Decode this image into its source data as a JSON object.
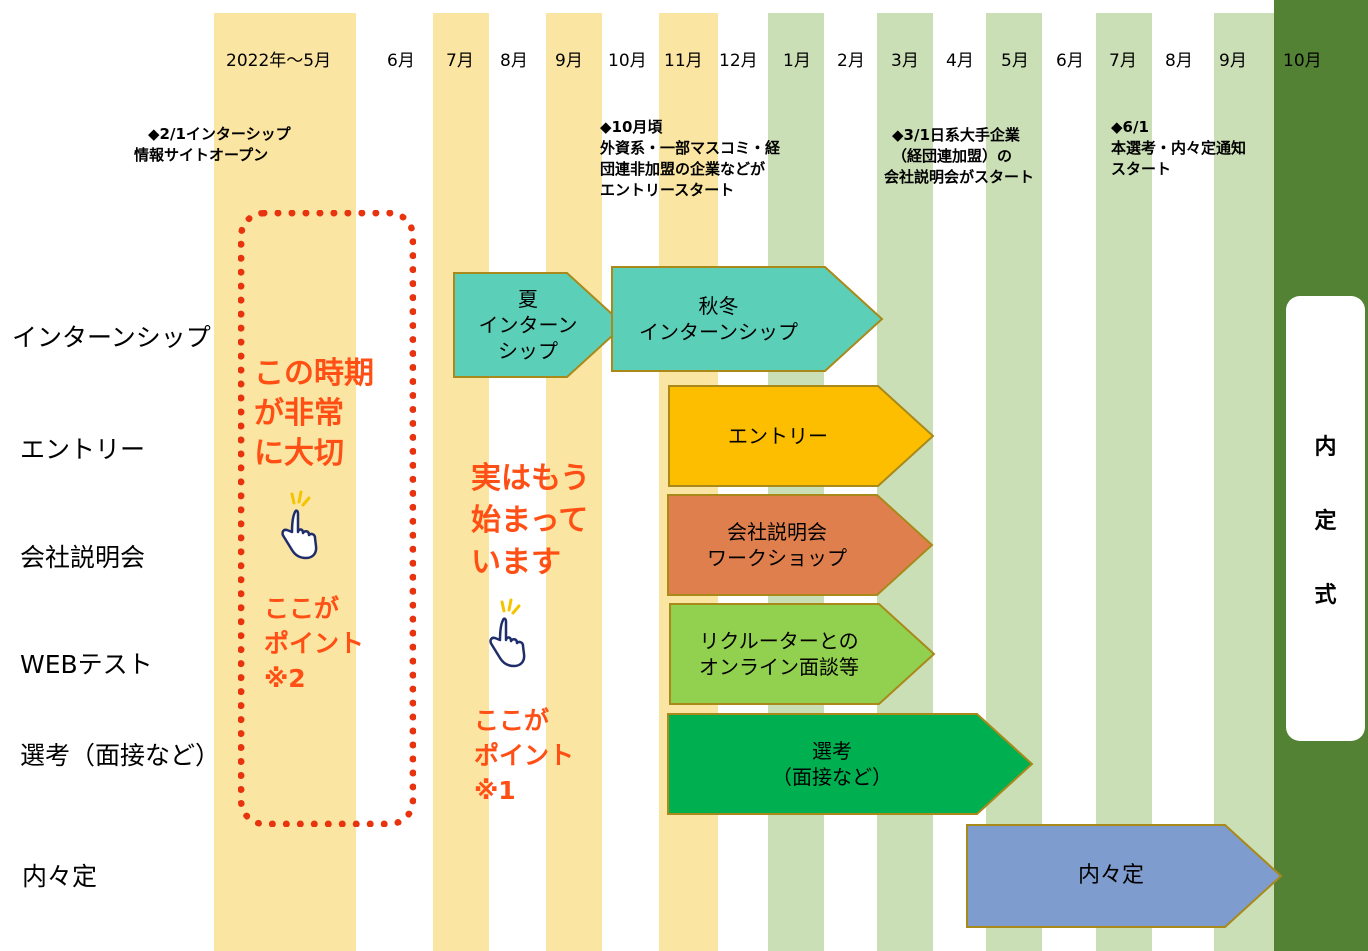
{
  "months": [
    {
      "label": "2022年～5月",
      "col": "yellow"
    },
    {
      "label": "6月",
      "col": "white"
    },
    {
      "label": "7月",
      "col": "yellow"
    },
    {
      "label": "8月",
      "col": "white"
    },
    {
      "label": "9月",
      "col": "yellow"
    },
    {
      "label": "10月",
      "col": "white"
    },
    {
      "label": "11月",
      "col": "yellow"
    },
    {
      "label": "12月",
      "col": "white"
    },
    {
      "label": "1月",
      "col": "green"
    },
    {
      "label": "2月",
      "col": "white"
    },
    {
      "label": "3月",
      "col": "green"
    },
    {
      "label": "4月",
      "col": "white"
    },
    {
      "label": "5月",
      "col": "green"
    },
    {
      "label": "6月",
      "col": "white"
    },
    {
      "label": "7月",
      "col": "green"
    },
    {
      "label": "8月",
      "col": "white"
    },
    {
      "label": "9月",
      "col": "green"
    },
    {
      "label": "10月",
      "col": "dark"
    }
  ],
  "notes": {
    "n1": {
      "line1": "◆2/1インターシップ",
      "line2": "情報サイトオープン"
    },
    "n2": {
      "line1": "◆10月頃",
      "line2": "外資系・一部マスコミ・経",
      "line3": "団連非加盟の企業などが",
      "line4": "エントリースタート"
    },
    "n3": {
      "line1": "◆3/1日系大手企業",
      "line2": "（経団連加盟）の",
      "line3": "会社説明会がスタート"
    },
    "n4": {
      "line1": "◆6/1",
      "line2": "本選考・内々定通知",
      "line3": "スタート"
    }
  },
  "rows": {
    "internship": "インターンシップ",
    "entry": "エントリー",
    "briefing": "会社説明会",
    "webtest": "WEBテスト",
    "selection": "選考（面接など）",
    "naitei": "内々定"
  },
  "arrows": {
    "summer": {
      "lines": [
        "夏",
        "インターン",
        "シップ"
      ],
      "fill": "#5ccfb8"
    },
    "autumn": {
      "lines": [
        "秋冬",
        "インターンシップ"
      ],
      "fill": "#5ccfb8"
    },
    "entry": {
      "lines": [
        "エントリー"
      ],
      "fill": "#fdbe00"
    },
    "briefing": {
      "lines": [
        "会社説明会",
        "ワークショップ"
      ],
      "fill": "#e07f4e"
    },
    "recruiter": {
      "lines": [
        "リクルーターとの",
        "オンライン面談等"
      ],
      "fill": "#92d050"
    },
    "selection": {
      "lines": [
        "選考",
        "（面接など）"
      ],
      "fill": "#00b050"
    },
    "naitei": {
      "lines": [
        "内々定"
      ],
      "fill": "#7f9ccf"
    }
  },
  "callouts": {
    "important": {
      "line1": "この時期",
      "line2": "が非常",
      "line3": "に大切"
    },
    "point2": {
      "line1": "ここが",
      "line2": "ポイント",
      "line3": "※2"
    },
    "started": {
      "line1": "実はもう",
      "line2": "始まって",
      "line3": "います"
    },
    "point1": {
      "line1": "ここが",
      "line2": "ポイント",
      "line3": "※1"
    }
  },
  "final": {
    "char1": "内",
    "char2": "定",
    "char3": "式"
  },
  "icons": {
    "hand": "pointing-hand-icon"
  },
  "colors": {
    "yellow_stripe": "#fbe5a2",
    "green_stripe": "#cbdfb6",
    "dark_green": "#548235",
    "callout_red": "#ff4f14"
  }
}
